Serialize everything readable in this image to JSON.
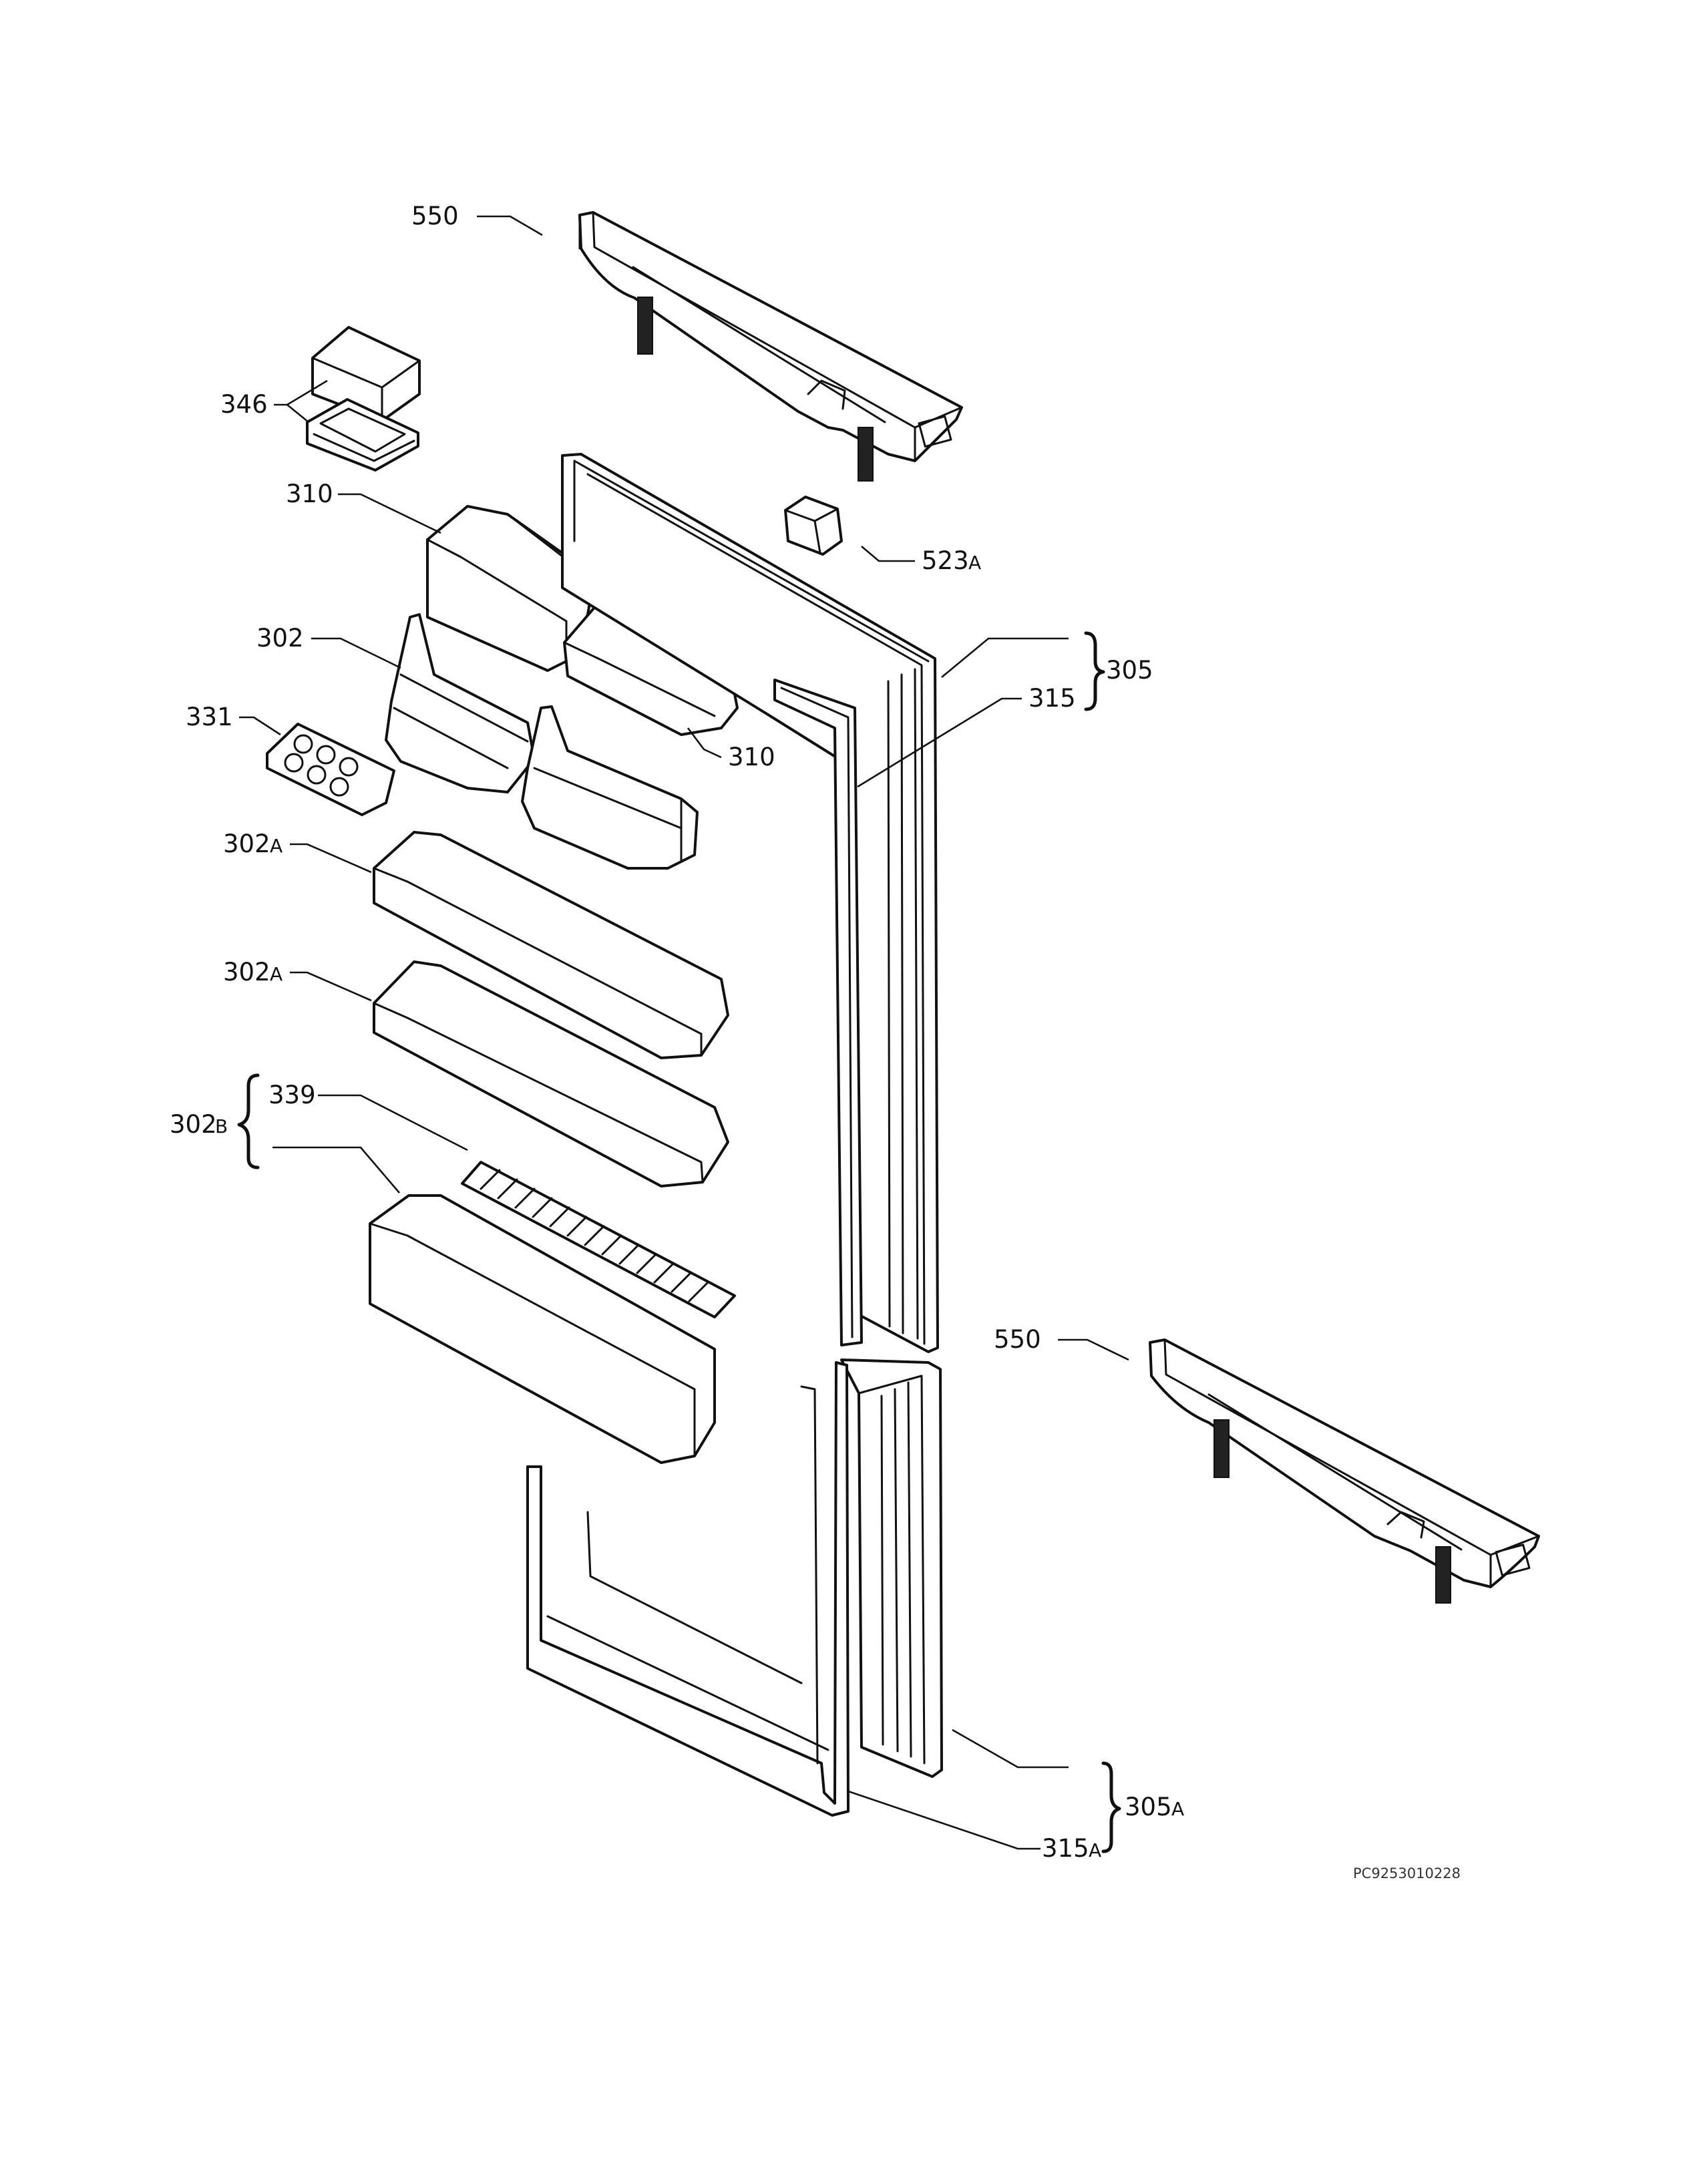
{
  "labels": {
    "hinge_top": "550",
    "hinge_bottom": "550",
    "part_346": "346",
    "shelf_310_top": "310",
    "shelf_310_right": "310",
    "part_523a": "523",
    "part_523a_sub": "A",
    "part_302": "302",
    "part_305": "305",
    "part_315": "315",
    "part_331": "331",
    "part_302a_1": "302",
    "part_302a_1_sub": "A",
    "part_302a_2": "302",
    "part_302a_2_sub": "A",
    "part_302b": "302",
    "part_302b_sub": "B",
    "part_339": "339",
    "part_305a": "305",
    "part_305a_sub": "A",
    "part_315a": "315",
    "part_315a_sub": "A"
  },
  "drawing_code": "PC9253010228"
}
